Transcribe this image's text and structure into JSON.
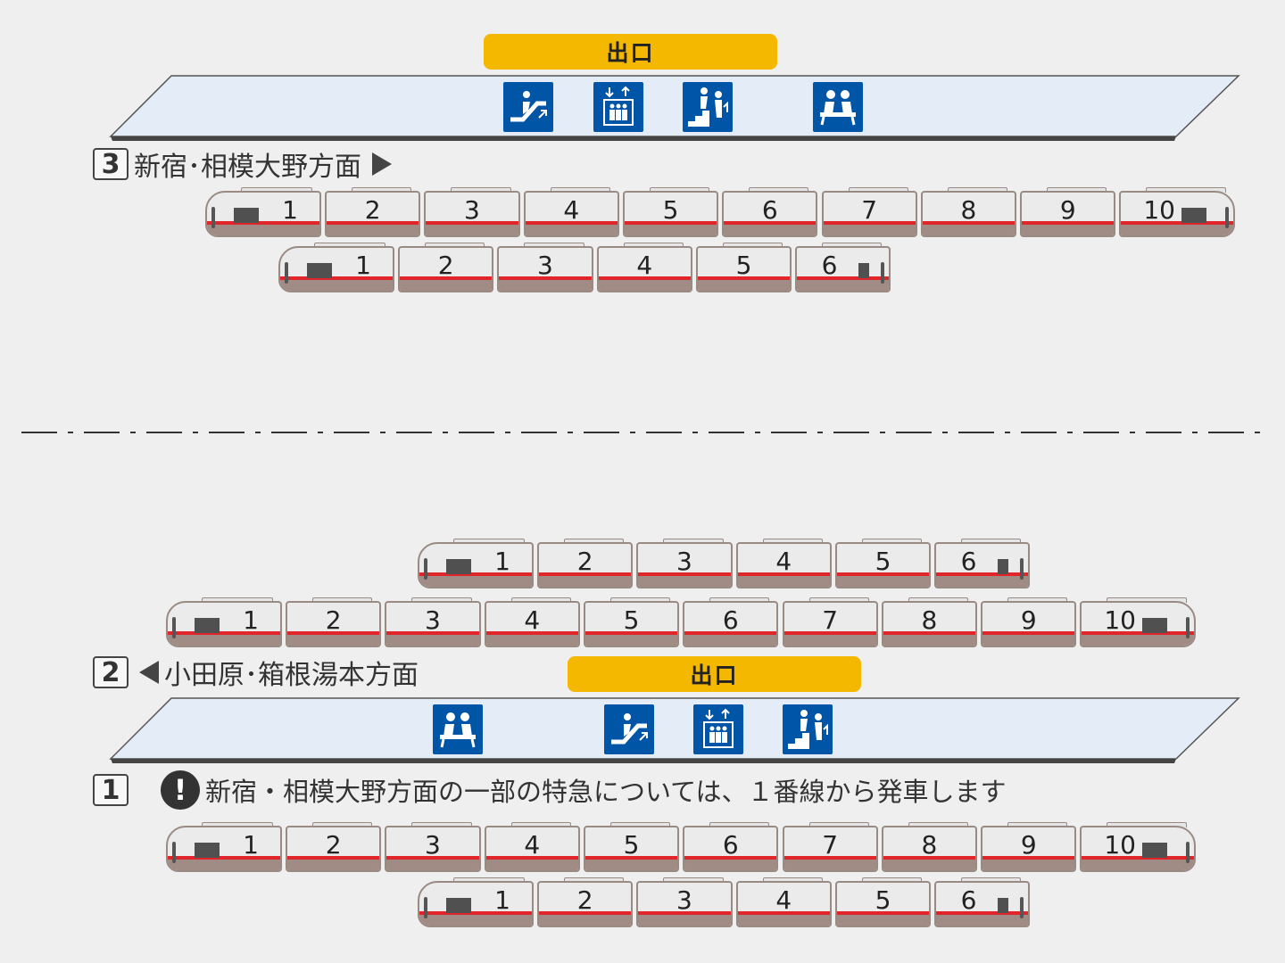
{
  "upper_platform": {
    "exit_label": "出口",
    "facility_icons": [
      "escalator-up-icon",
      "elevator-icon",
      "stairs-icon",
      "waiting-room-icon"
    ],
    "track3": {
      "number": "3",
      "direction": "新宿･相模大野方面"
    },
    "trains": [
      {
        "cars": [
          "1",
          "2",
          "3",
          "4",
          "5",
          "6",
          "7",
          "8",
          "9",
          "10"
        ]
      },
      {
        "cars": [
          "1",
          "2",
          "3",
          "4",
          "5",
          "6"
        ]
      }
    ]
  },
  "lower_platform": {
    "exit_label": "出口",
    "facility_icons": [
      "waiting-room-icon",
      "escalator-up-icon",
      "elevator-icon",
      "stairs-icon"
    ],
    "track2": {
      "number": "2",
      "direction": "小田原･箱根湯本方面",
      "trains": [
        {
          "cars": [
            "1",
            "2",
            "3",
            "4",
            "5",
            "6"
          ]
        },
        {
          "cars": [
            "1",
            "2",
            "3",
            "4",
            "5",
            "6",
            "7",
            "8",
            "9",
            "10"
          ]
        }
      ]
    },
    "track1": {
      "number": "1",
      "note_icon": "!",
      "note": "新宿・相模大野方面の一部の特急については、１番線から発車します",
      "trains": [
        {
          "cars": [
            "1",
            "2",
            "3",
            "4",
            "5",
            "6",
            "7",
            "8",
            "9",
            "10"
          ]
        },
        {
          "cars": [
            "1",
            "2",
            "3",
            "4",
            "5",
            "6"
          ]
        }
      ]
    }
  },
  "colors": {
    "exit": "#f5b800",
    "platform": "#e3ecf7",
    "icon_bg": "#0055a6",
    "stripe": "#e0262b",
    "skirt": "#a08c84"
  }
}
